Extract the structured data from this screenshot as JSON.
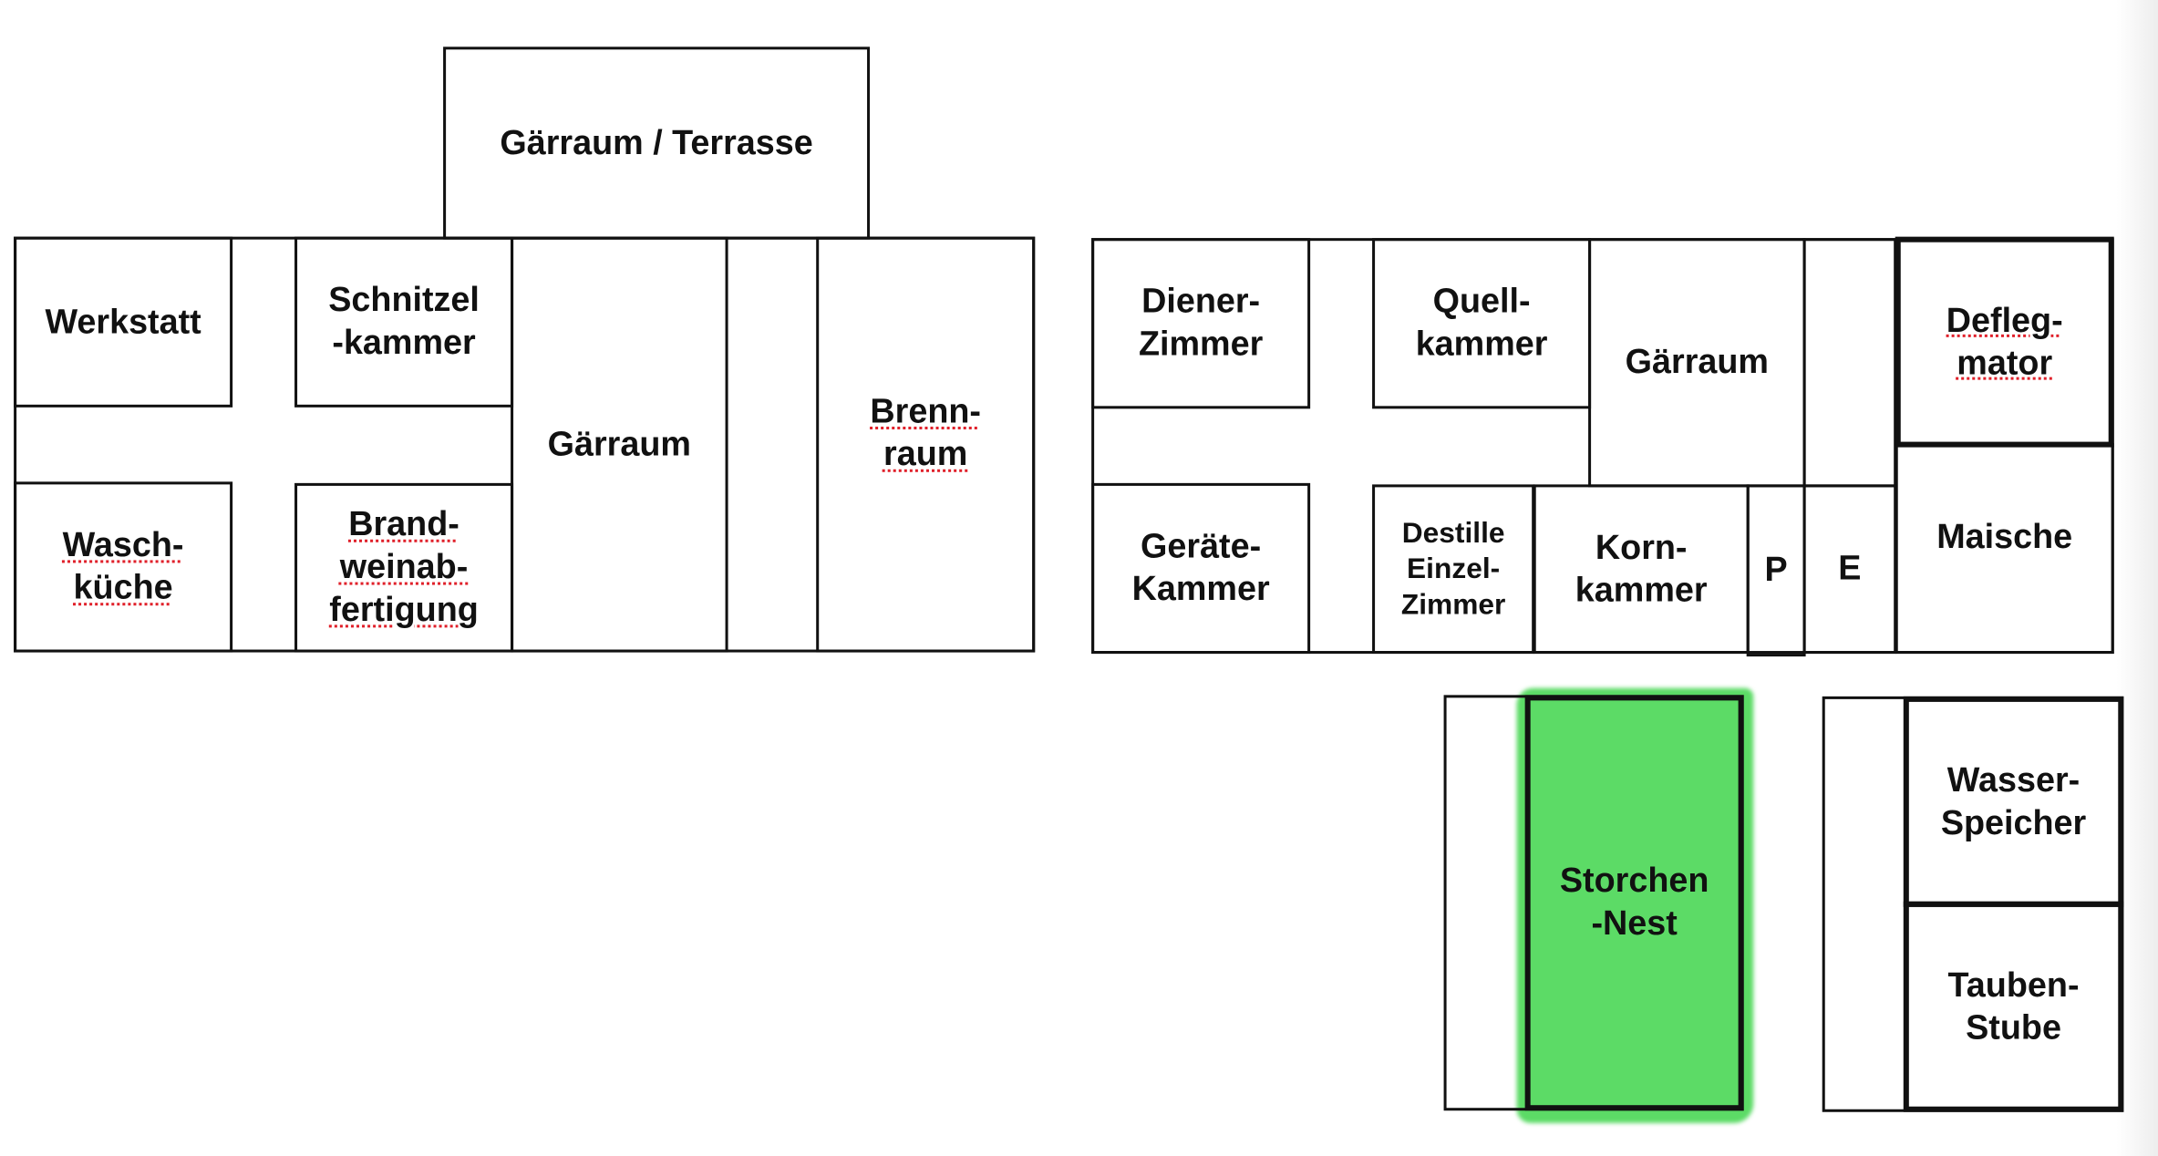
{
  "title_room": "Gärraum / Terrasse",
  "left_building": {
    "werkstatt": "Werkstatt",
    "schnitzelkammer": "Schnitzel\n-kammer",
    "waschkueche": "Wasch-\nküche",
    "brandweinabfertigung": "Brand-\nweinab-\nfertigung",
    "gaerraum": "Gärraum",
    "brennraum": "Brenn-\nraum"
  },
  "right_building": {
    "dienerzimmer": "Diener-\nZimmer",
    "quellkammer": "Quell-\nkammer",
    "gaerraum": "Gärraum",
    "deflegmator": "Defleg-\nmator",
    "maische": "Maische",
    "geraetekammer": "Geräte-\nKammer",
    "destille": "Destille\nEinzel-\nZimmer",
    "kornkammer": "Korn-\nkammer",
    "p": "P",
    "e": "E"
  },
  "bottom": {
    "storchennest": "Storchen\n-Nest",
    "wasserspeicher": "Wasser-\nSpeicher",
    "taubenstube": "Tauben-\nStube"
  },
  "colors": {
    "highlight": "#5cdb66",
    "lines": "#111111",
    "spellcheck": "#e0202a"
  }
}
